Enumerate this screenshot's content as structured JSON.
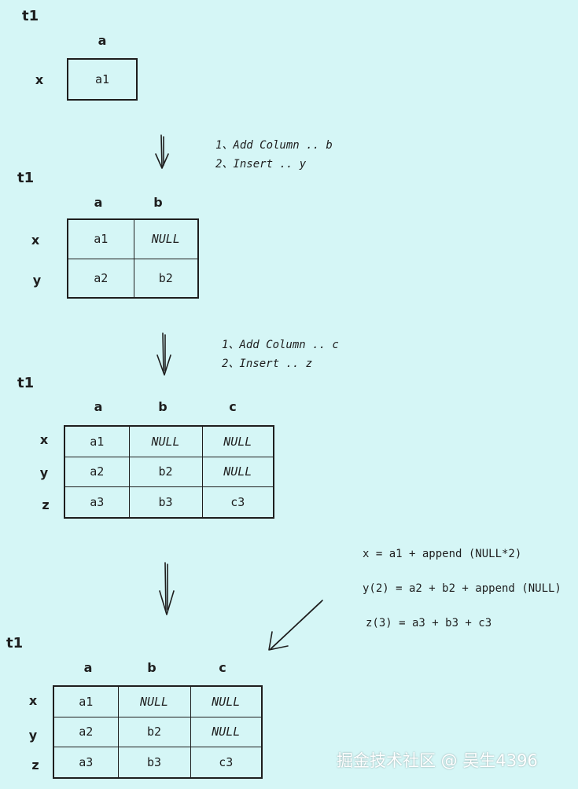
{
  "colors": {
    "background": "#d5f6f6",
    "ink": "#1e1e1e",
    "watermark": "#ffffff"
  },
  "step1": {
    "table_name": "t1",
    "columns": [
      "a"
    ],
    "rows": [
      {
        "key": "x",
        "cells": [
          "a1"
        ]
      }
    ]
  },
  "transition1": {
    "lines": [
      "1、Add Column .. b",
      "2、Insert .. y"
    ]
  },
  "step2": {
    "table_name": "t1",
    "columns": [
      "a",
      "b"
    ],
    "rows": [
      {
        "key": "x",
        "cells": [
          "a1",
          "NULL"
        ]
      },
      {
        "key": "y",
        "cells": [
          "a2",
          "b2"
        ]
      }
    ]
  },
  "transition2": {
    "lines": [
      "1、Add Column .. c",
      "2、Insert .. z"
    ]
  },
  "step3": {
    "table_name": "t1",
    "columns": [
      "a",
      "b",
      "c"
    ],
    "rows": [
      {
        "key": "x",
        "cells": [
          "a1",
          "NULL",
          "NULL"
        ]
      },
      {
        "key": "y",
        "cells": [
          "a2",
          "b2",
          "NULL"
        ]
      },
      {
        "key": "z",
        "cells": [
          "a3",
          "b3",
          "c3"
        ]
      }
    ]
  },
  "formulas": {
    "lines": [
      "x = a1 + append (NULL*2)",
      "y(2) = a2 + b2 + append (NULL)",
      "z(3) = a3 + b3 + c3"
    ]
  },
  "step4": {
    "table_name": "t1",
    "columns": [
      "a",
      "b",
      "c"
    ],
    "rows": [
      {
        "key": "x",
        "cells": [
          "a1",
          "NULL",
          "NULL"
        ]
      },
      {
        "key": "y",
        "cells": [
          "a2",
          "b2",
          "NULL"
        ]
      },
      {
        "key": "z",
        "cells": [
          "a3",
          "b3",
          "c3"
        ]
      }
    ]
  },
  "watermark": {
    "text": "掘金技术社区 @ 吴生4396"
  }
}
